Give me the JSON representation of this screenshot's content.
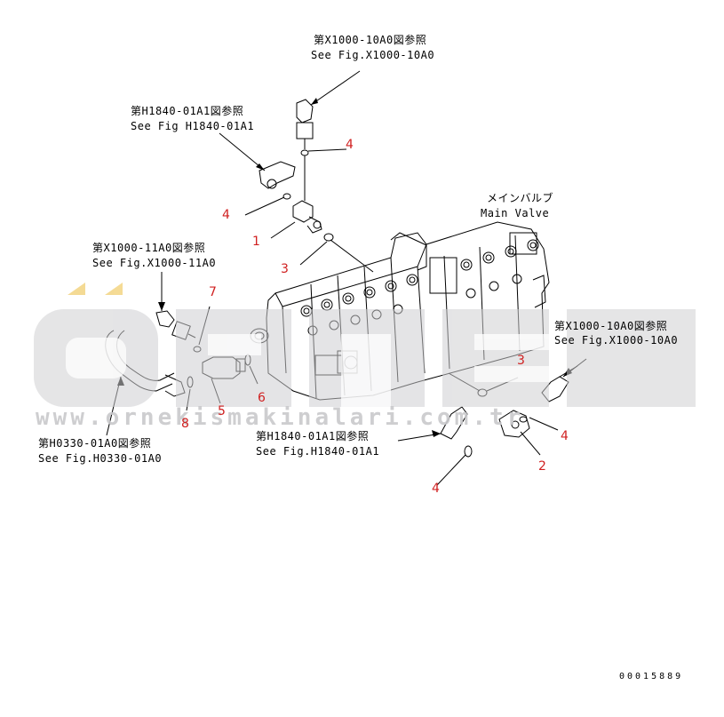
{
  "references": {
    "top": {
      "jp": "第X1000-10A0図参照",
      "en": "See Fig.X1000-10A0"
    },
    "upper_left": {
      "jp": "第H1840-01A1図参照",
      "en": "See Fig H1840-01A1"
    },
    "left": {
      "jp": "第X1000-11A0図参照",
      "en": "See Fig.X1000-11A0"
    },
    "right": {
      "jp": "第X1000-10A0図参照",
      "en": "See Fig.X1000-10A0"
    },
    "bottom_left": {
      "jp": "第H0330-01A0図参照",
      "en": "See Fig.H0330-01A0"
    },
    "bottom_mid": {
      "jp": "第H1840-01A1図参照",
      "en": "See Fig.H1840-01A1"
    }
  },
  "main_valve": {
    "jp": "メインバルブ",
    "en": "Main Valve"
  },
  "callouts": [
    "4",
    "4",
    "1",
    "3",
    "7",
    "6",
    "5",
    "8",
    "3",
    "4",
    "2",
    "4"
  ],
  "watermark": {
    "brand": "ÖRNEK",
    "url": "www.ornekismakinalari.com.tr"
  },
  "drawing_code": "00015889",
  "colors": {
    "callout": "#d02020",
    "line": "#000000",
    "watermark": "#c9c9cc",
    "watermark_accent": "#f2d27a"
  }
}
